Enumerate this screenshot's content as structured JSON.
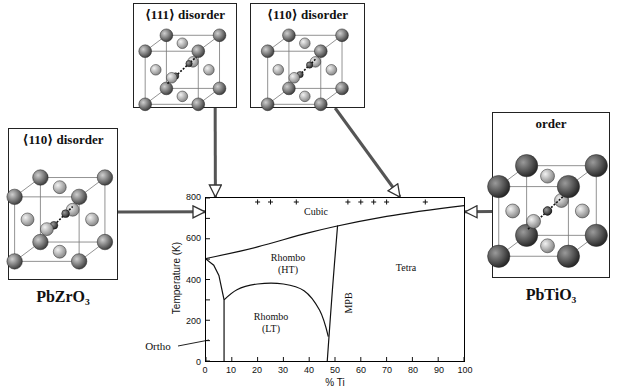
{
  "diagram": {
    "nodes": [
      {
        "text": [
          "⟨110⟩ disorder",
          "PbZrO₃"
        ]
      },
      {
        "text": [
          "⟨111⟩ disorder"
        ]
      },
      {
        "text": [
          "⟨110⟩ disorder"
        ]
      },
      {
        "text": [
          "order",
          "PbTiO₃"
        ]
      },
      {
        "text": [
          "Cubic",
          "Rhombo (HT)",
          "Tetra",
          "MPB",
          "Rhombo (LT)"
        ]
      }
    ],
    "edges": [
      {
        "from": 0,
        "to": 4,
        "arrow": "to"
      },
      {
        "from": 1,
        "to": 4,
        "arrow": "to"
      },
      {
        "from": 2,
        "to": 4,
        "arrow": "to"
      },
      {
        "from": 3,
        "to": 4,
        "arrow": "to"
      }
    ],
    "labels": [
      "Ortho",
      "Temperature (K)",
      "0",
      "200",
      "400",
      "600",
      "800",
      "0",
      "10",
      "20",
      "30",
      "40",
      "50",
      "60",
      "70",
      "80",
      "90",
      "100",
      "% Ti"
    ]
  }
}
